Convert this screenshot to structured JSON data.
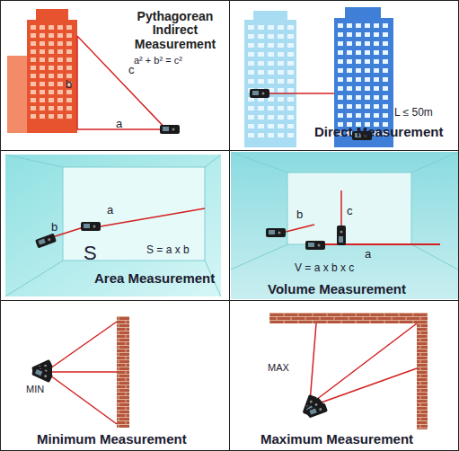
{
  "diagram": {
    "nodes": [
      {
        "text": [
          "Pythagorean Indirect Measurement",
          "a² + b² = c²",
          "b",
          "c",
          "a"
        ]
      },
      {
        "text": [
          "L ≤ 50m",
          "Direct Measurement"
        ]
      },
      {
        "text": [
          "a",
          "b",
          "S",
          "S = a x b",
          "Area Measurement"
        ]
      },
      {
        "text": [
          "b",
          "c",
          "a",
          "V = a x b x c",
          "Volume Measurement"
        ]
      },
      {
        "text": [
          "MIN",
          "Minimum Measurement"
        ]
      },
      {
        "text": [
          "MAX",
          "Maximum Measurement"
        ]
      }
    ]
  }
}
